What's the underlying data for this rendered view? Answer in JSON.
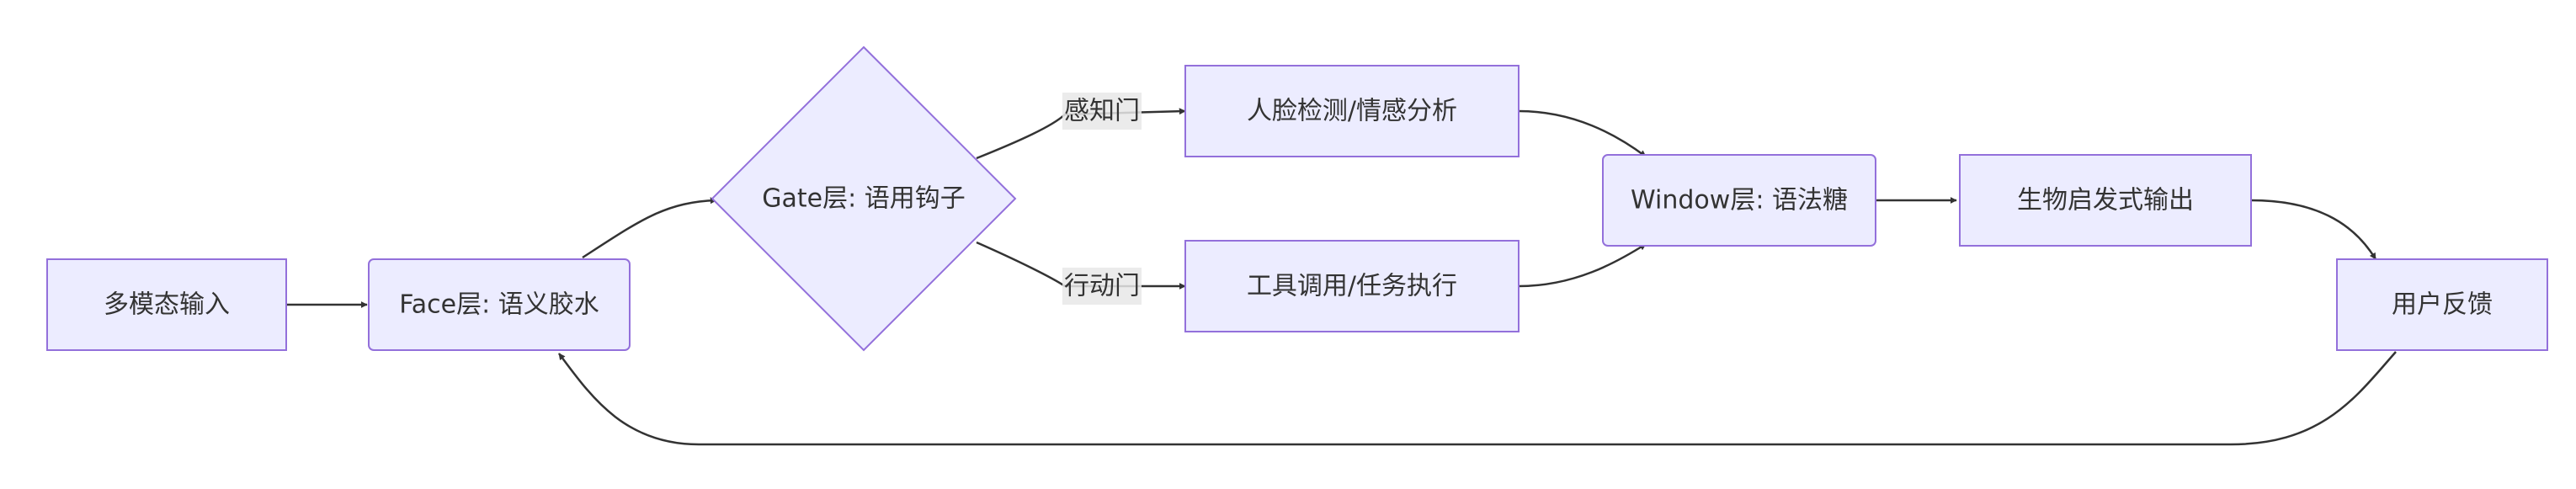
{
  "diagram": {
    "type": "flowchart",
    "direction": "left-to-right",
    "nodes": {
      "input": {
        "label": "多模态输入",
        "shape": "rect"
      },
      "face": {
        "label": "Face层: 语义胶水",
        "shape": "rounded-rect"
      },
      "gate": {
        "label": "Gate层: 语用钩子",
        "shape": "diamond"
      },
      "perception": {
        "label": "人脸检测/情感分析",
        "shape": "rect"
      },
      "action": {
        "label": "工具调用/任务执行",
        "shape": "rect"
      },
      "window": {
        "label": "Window层: 语法糖",
        "shape": "rounded-rect"
      },
      "output": {
        "label": "生物启发式输出",
        "shape": "rect"
      },
      "feedback": {
        "label": "用户反馈",
        "shape": "rect"
      }
    },
    "edges": [
      {
        "from": "input",
        "to": "face",
        "label": ""
      },
      {
        "from": "face",
        "to": "gate",
        "label": ""
      },
      {
        "from": "gate",
        "to": "perception",
        "label": "感知门"
      },
      {
        "from": "gate",
        "to": "action",
        "label": "行动门"
      },
      {
        "from": "perception",
        "to": "window",
        "label": ""
      },
      {
        "from": "action",
        "to": "window",
        "label": ""
      },
      {
        "from": "window",
        "to": "output",
        "label": ""
      },
      {
        "from": "output",
        "to": "feedback",
        "label": ""
      },
      {
        "from": "feedback",
        "to": "face",
        "label": ""
      }
    ],
    "colors": {
      "node_fill": "#ECECFF",
      "node_stroke": "#9370DB",
      "edge": "#333333",
      "text": "#333333",
      "edge_label_bg": "#e8e8e8"
    }
  }
}
